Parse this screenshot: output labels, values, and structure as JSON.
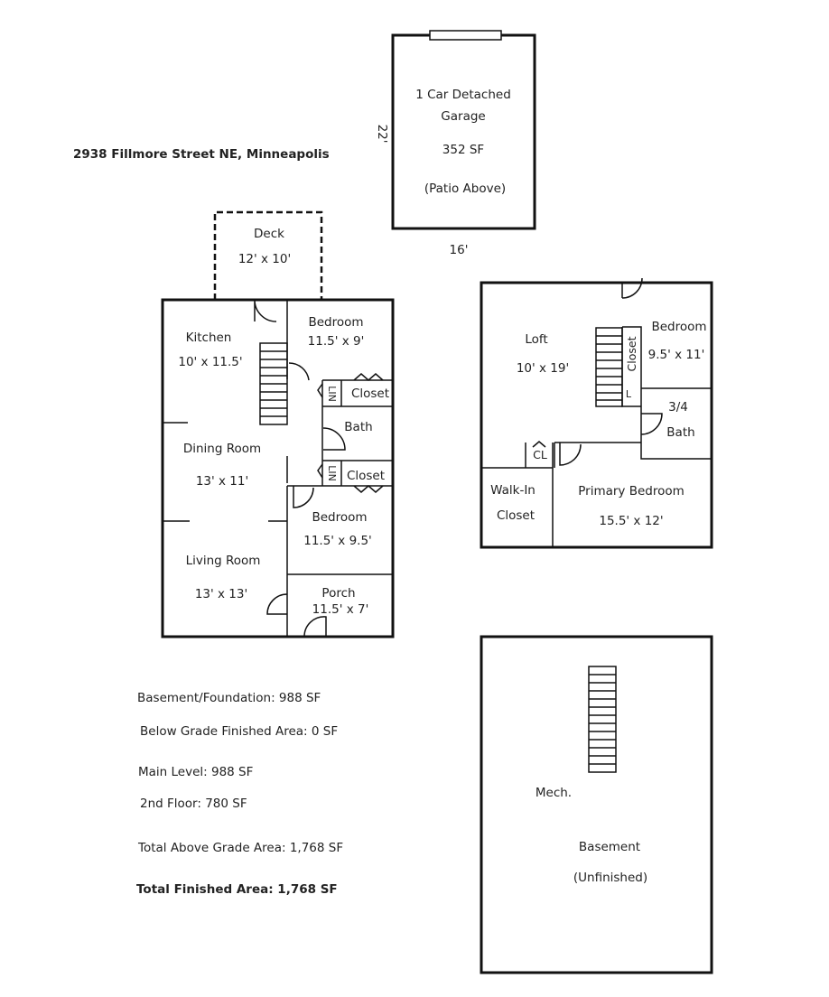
{
  "address": "2938 Fillmore Street NE, Minneapolis",
  "garage": {
    "title1": "1 Car Detached",
    "title2": "Garage",
    "area": "352 SF",
    "note": "(Patio Above)",
    "depth": "22'",
    "width": "16'"
  },
  "deck": {
    "name": "Deck",
    "size": "12' x 10'"
  },
  "main_floor": {
    "kitchen": {
      "name": "Kitchen",
      "size": "10' x 11.5'"
    },
    "bedroom1": {
      "name": "Bedroom",
      "size": "11.5' x 9'"
    },
    "closet1": "Closet",
    "lin1": "LIN",
    "bath": "Bath",
    "closet2": "Closet",
    "lin2": "LIN",
    "dining": {
      "name": "Dining Room",
      "size": "13' x 11'"
    },
    "bedroom2": {
      "name": "Bedroom",
      "size": "11.5' x 9.5'"
    },
    "living": {
      "name": "Living Room",
      "size": "13' x 13'"
    },
    "porch": {
      "name": "Porch",
      "size": "11.5' x 7'"
    }
  },
  "second_floor": {
    "loft": {
      "name": "Loft",
      "size": "10' x 19'"
    },
    "bedroom": {
      "name": "Bedroom",
      "size": "9.5' x 11'"
    },
    "closet": "Closet",
    "l": "L",
    "bath1": "3/4",
    "bath2": "Bath",
    "cl": "CL",
    "walkin1": "Walk-In",
    "walkin2": "Closet",
    "primary": {
      "name": "Primary Bedroom",
      "size": "15.5' x 12'"
    }
  },
  "basement": {
    "mech": "Mech.",
    "name": "Basement",
    "note": "(Unfinished)"
  },
  "summary": {
    "basement": "Basement/Foundation: 988 SF",
    "below_grade": "Below Grade Finished Area: 0 SF",
    "main": "Main Level: 988 SF",
    "second": "2nd Floor: 780 SF",
    "above_grade": "Total Above Grade Area: 1,768 SF",
    "total": "Total Finished Area: 1,768 SF"
  }
}
